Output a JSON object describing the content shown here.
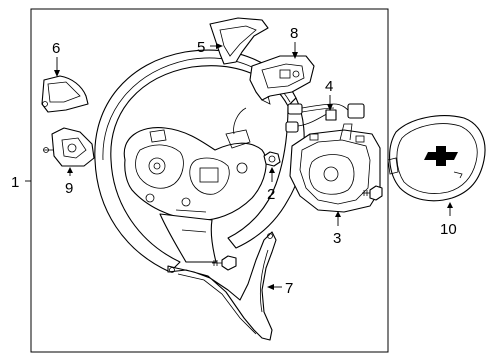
{
  "callouts": {
    "c1": "1",
    "c2": "2",
    "c3": "3",
    "c4": "4",
    "c5": "5",
    "c6": "6",
    "c7": "7",
    "c8": "8",
    "c9": "9",
    "c10": "10"
  },
  "emblem_color": "#000000",
  "line_color": "#000000",
  "background_color": "#ffffff"
}
